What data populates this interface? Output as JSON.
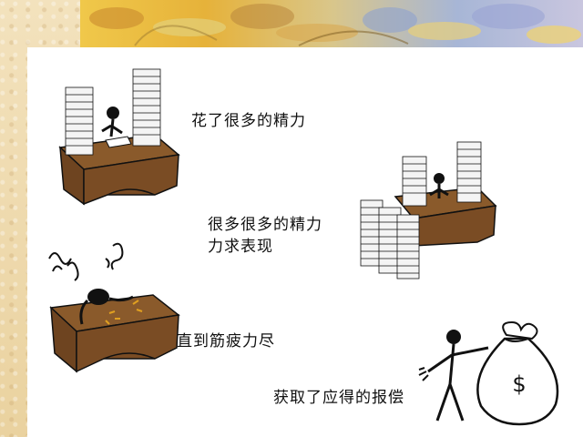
{
  "captions": {
    "first": "花了很多的精力",
    "second_line1": "很多很多的精力",
    "second_line2": "力求表现",
    "third": "直到筋疲力尽",
    "fourth": "获取了应得的报偿"
  },
  "money_bag_symbol": "$",
  "icons": [
    "desk-worker-icon",
    "paper-stack-icon",
    "exhausted-worker-icon",
    "money-bag-icon",
    "stick-figure-icon"
  ],
  "colors": {
    "parchment": "#efdcb2",
    "desk_top": "#8a5a2b",
    "desk_side": "#6e4420",
    "paper": "#f4f4f4",
    "ink": "#111111",
    "panel": "#ffffff"
  }
}
